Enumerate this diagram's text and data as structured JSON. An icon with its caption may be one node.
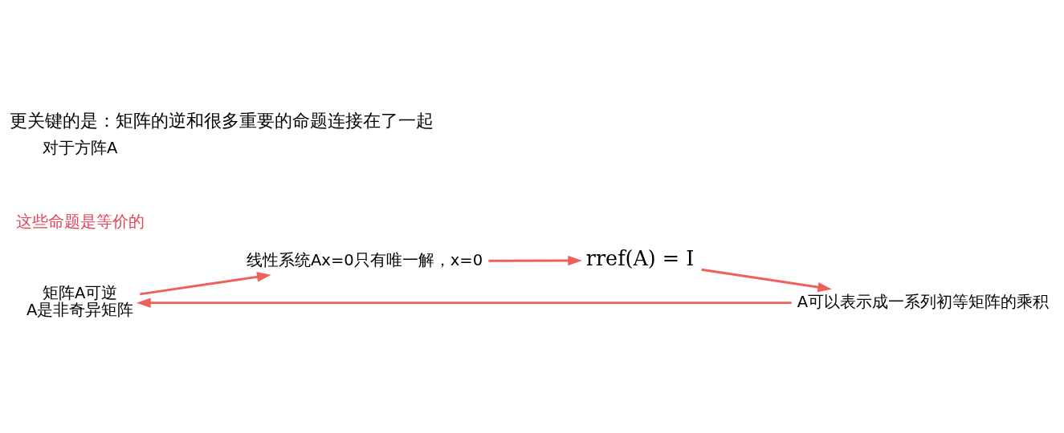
{
  "diagram": {
    "title": "更关键的是：矩阵的逆和很多重要的命题连接在了一起",
    "nodes": [
      {
        "text": [
          "矩阵A可逆",
          "A是非奇异矩阵"
        ]
      },
      {
        "text": [
          "线性系统Ax=0只有唯一解，x=0"
        ]
      },
      {
        "text": [
          "rref(A) = I"
        ]
      },
      {
        "text": [
          "A可以表示成一系列初等矩阵的乘积"
        ]
      }
    ],
    "edges": [
      {
        "from": 0,
        "to": 1,
        "arrow": "to"
      },
      {
        "from": 1,
        "to": 2,
        "arrow": "to"
      },
      {
        "from": 2,
        "to": 3,
        "arrow": "to"
      },
      {
        "from": 3,
        "to": 0,
        "arrow": "to"
      }
    ],
    "labels": [
      "这些命题是等价的",
      "对于方阵A"
    ]
  }
}
